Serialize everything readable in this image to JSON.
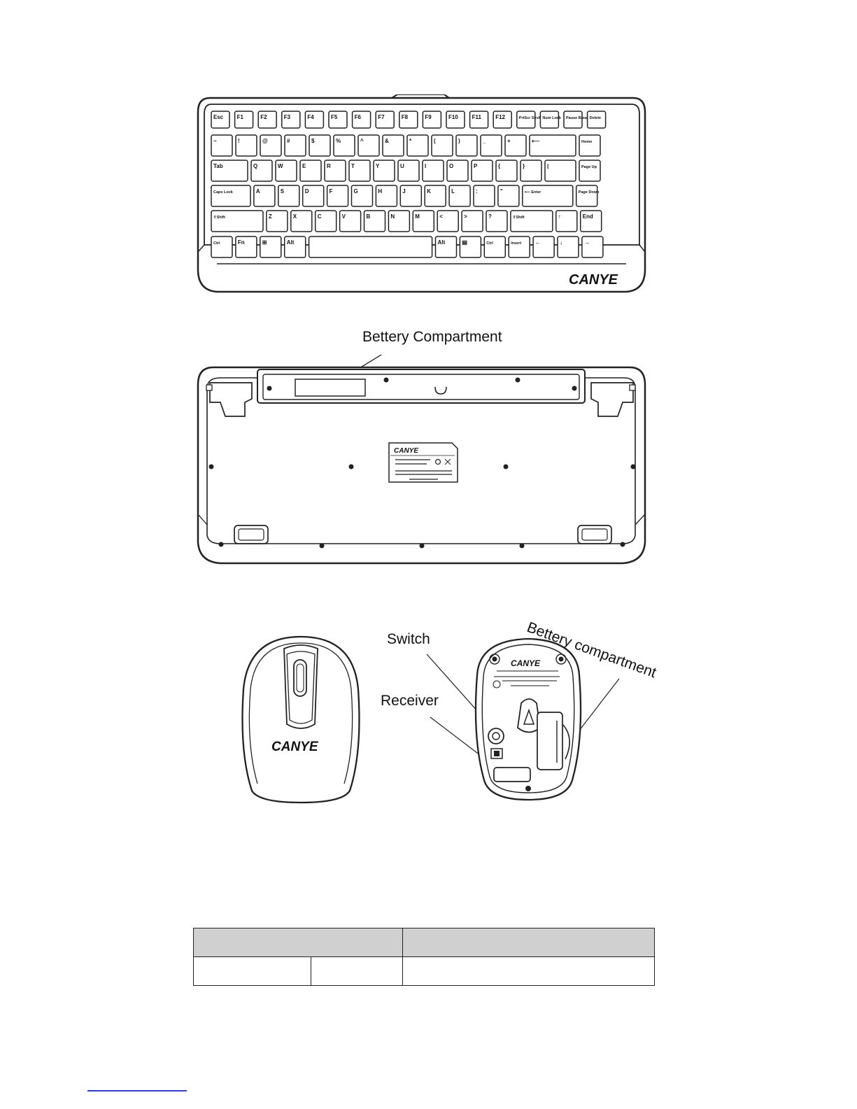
{
  "keyboard_top": {
    "brand": "CANYE",
    "rows": [
      [
        "Esc",
        "F1",
        "F2",
        "F3",
        "F4",
        "F5",
        "F6",
        "F7",
        "F8",
        "F9",
        "F10",
        "F11",
        "F12",
        "PrtScr SysRq",
        "Num Lock",
        "Pause Break",
        "Delete"
      ],
      [
        "~",
        "!",
        "@",
        "#",
        "$",
        "%",
        "^",
        "&",
        "*",
        "(",
        ")",
        "_",
        "+",
        "⟵",
        "Home"
      ],
      [
        "Tab",
        "Q",
        "W",
        "E",
        "R",
        "T",
        "Y",
        "U",
        "I",
        "O",
        "P",
        "{",
        "}",
        "|",
        "Page Up"
      ],
      [
        "Caps Lock",
        "A",
        "S",
        "D",
        "F",
        "G",
        "H",
        "J",
        "K",
        "L",
        ":",
        "\"",
        "⟵ Enter",
        "Page Down"
      ],
      [
        "⇧Shift",
        "Z",
        "X",
        "C",
        "V",
        "B",
        "N",
        "M",
        "<",
        ">",
        "?",
        "⇧Shift",
        "↑",
        "End"
      ],
      [
        "Ctrl",
        "Fn",
        "⊞",
        "Alt",
        "",
        "Alt",
        "▤",
        "Ctrl",
        "Insert",
        "←",
        "↓",
        "→"
      ]
    ]
  },
  "keyboard_bottom": {
    "callout": "Bettery Compartment",
    "label_brand": "CANYE"
  },
  "mouse": {
    "top_brand": "CANYE",
    "bottom_brand": "CANYE",
    "callout_switch": "Switch",
    "callout_receiver": "Receiver",
    "callout_battery": "Bettery compartment"
  },
  "table": {
    "header": [
      "",
      ""
    ],
    "row1": [
      "",
      "",
      ""
    ]
  }
}
